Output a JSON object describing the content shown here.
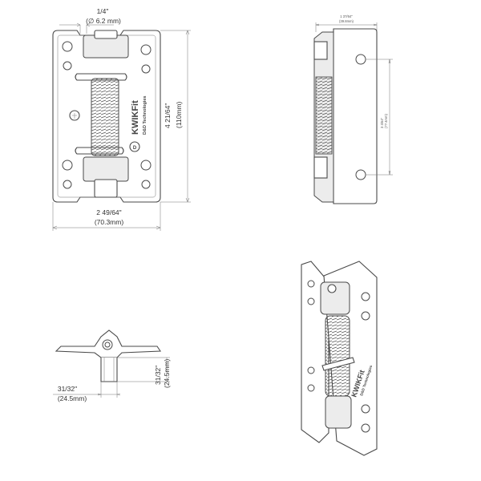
{
  "drawing": {
    "front_view": {
      "pin_fraction": "1/4\"",
      "pin_metric": "(∅ 6.2 mm)",
      "height_fraction": "4  21/64\"",
      "height_metric": "(110mm)",
      "width_fraction": "2  49/64\"",
      "width_metric": "(70.3mm)"
    },
    "side_view": {
      "depth_fraction": "1  37/64\"",
      "depth_metric": "(39.8mm)",
      "hole_spacing_fraction": "3 3/64\"",
      "hole_spacing_metric": "(77.4mm)"
    },
    "top_view": {
      "width_fraction": "31/32\"",
      "width_metric": "(24.5mm)",
      "height_fraction": "31/32\"",
      "height_metric": "(24.5mm)"
    },
    "brand": {
      "name": "KWIKFit",
      "maker": "D&D Technologies"
    }
  }
}
